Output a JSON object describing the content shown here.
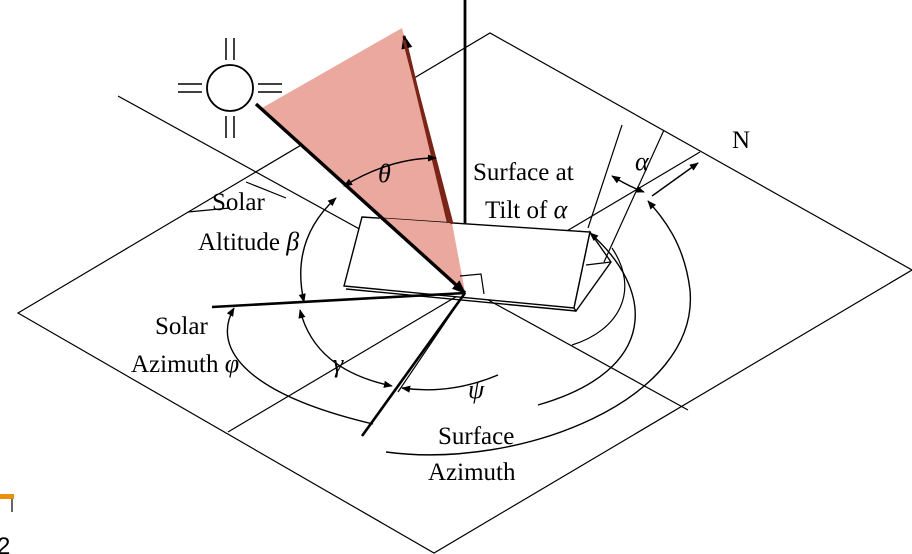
{
  "colors": {
    "wedge_fill": "#eba89e",
    "wedge_edge": "#7a2418",
    "accent": "#e8900c",
    "ink": "#000000"
  },
  "labels": {
    "north": "N",
    "surface_tilt_line1": "Surface at",
    "surface_tilt_line2_text": "Tilt of ",
    "solar_altitude_line1": "Solar",
    "solar_altitude_line2_text": "Altitude ",
    "solar_azimuth_line1": "Solar",
    "solar_azimuth_line2_text": "Azimuth ",
    "surface_azimuth_line1": "Surface",
    "surface_azimuth_line2": "Azimuth",
    "corner_fragment": "2"
  },
  "symbols": {
    "theta": "θ",
    "alpha": "α",
    "beta": "β",
    "phi": "φ",
    "gamma": "γ",
    "psi": "ψ"
  },
  "icons": {
    "sun": "sun-icon"
  }
}
